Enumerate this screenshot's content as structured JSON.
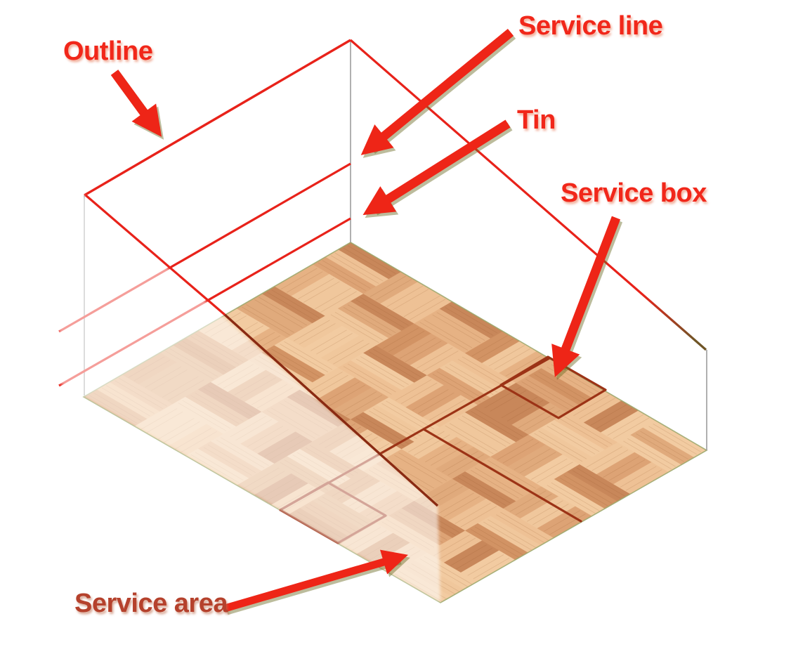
{
  "diagram": {
    "labels": {
      "outline": {
        "text": "Outline"
      },
      "service_line": {
        "text": "Service line"
      },
      "tin": {
        "text": "Tin"
      },
      "service_box": {
        "text": "Service box"
      },
      "service_area": {
        "text": "Service area"
      }
    },
    "colors": {
      "label_red": "#f1271a",
      "label_brick_red": "#b5412c",
      "court_line_red": "#e8221a",
      "faded_line_pink": "#e69aa1",
      "floor_marking_dark_red": "#9c3316",
      "side_wall_outline_maroon": "#8a2a12",
      "outline_fade_brown": "#6f5526",
      "wall_edge_gray": "#9c9c9c",
      "floor_edge_olive": "#9aa76b",
      "arrow_red": "#ee2517",
      "arrow_shadow_olive": "#6a6a24",
      "floor_palette": [
        "#f2cba1",
        "#eec195",
        "#e6b284",
        "#dda375",
        "#d29364",
        "#c8875a",
        "#f0c79c",
        "#e0aa7c"
      ]
    }
  }
}
